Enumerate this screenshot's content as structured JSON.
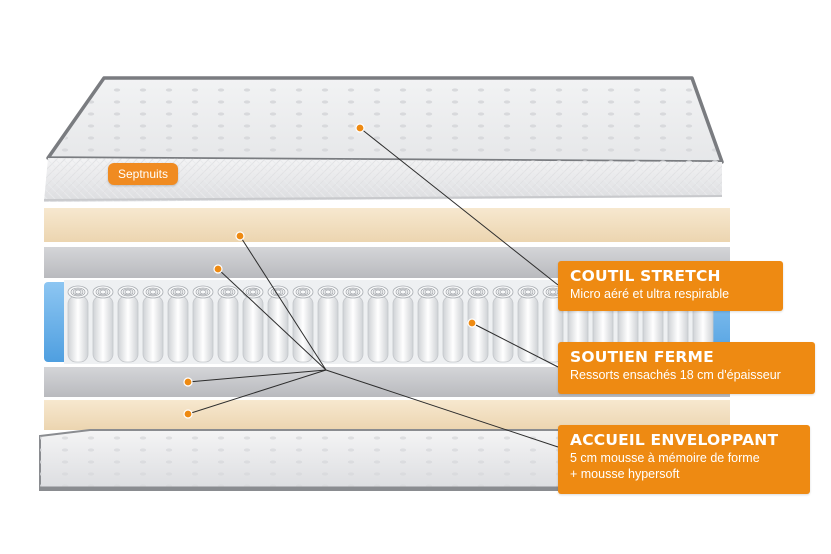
{
  "brand": {
    "label": "Septnuits",
    "color": "#f08b21"
  },
  "accent_color": "#ee8a12",
  "callouts": [
    {
      "title": "COUTIL STRETCH",
      "lines": [
        "Micro aéré et ultra respirable"
      ]
    },
    {
      "title": "SOUTIEN FERME",
      "lines": [
        "Ressorts ensachés 18 cm d'épaisseur"
      ]
    },
    {
      "title": "ACCUEIL ENVELOPPANT",
      "lines": [
        "5 cm mousse à mémoire de forme",
        "+ mousse hypersoft"
      ]
    }
  ]
}
